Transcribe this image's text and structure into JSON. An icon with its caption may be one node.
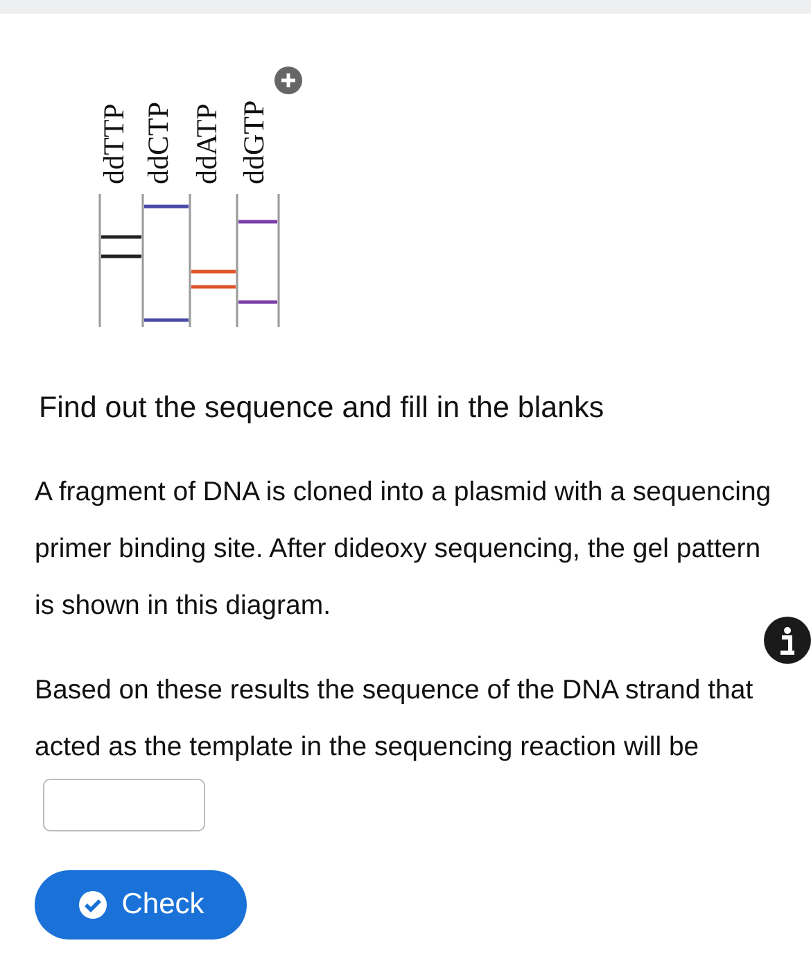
{
  "diagram": {
    "title": "Find out the sequence and fill in the blanks",
    "labels": [
      "ddTTP",
      "ddCTP",
      "ddATP",
      "ddGTP",
      "A fragment of DNA is cloned into a plasmid with a sequencing primer binding site.  After dideoxy sequencing, the gel pattern is shown in this diagram.",
      "Based on these results the sequence of the DNA strand that acted as the template in the sequencing reaction will be",
      "Check"
    ]
  }
}
